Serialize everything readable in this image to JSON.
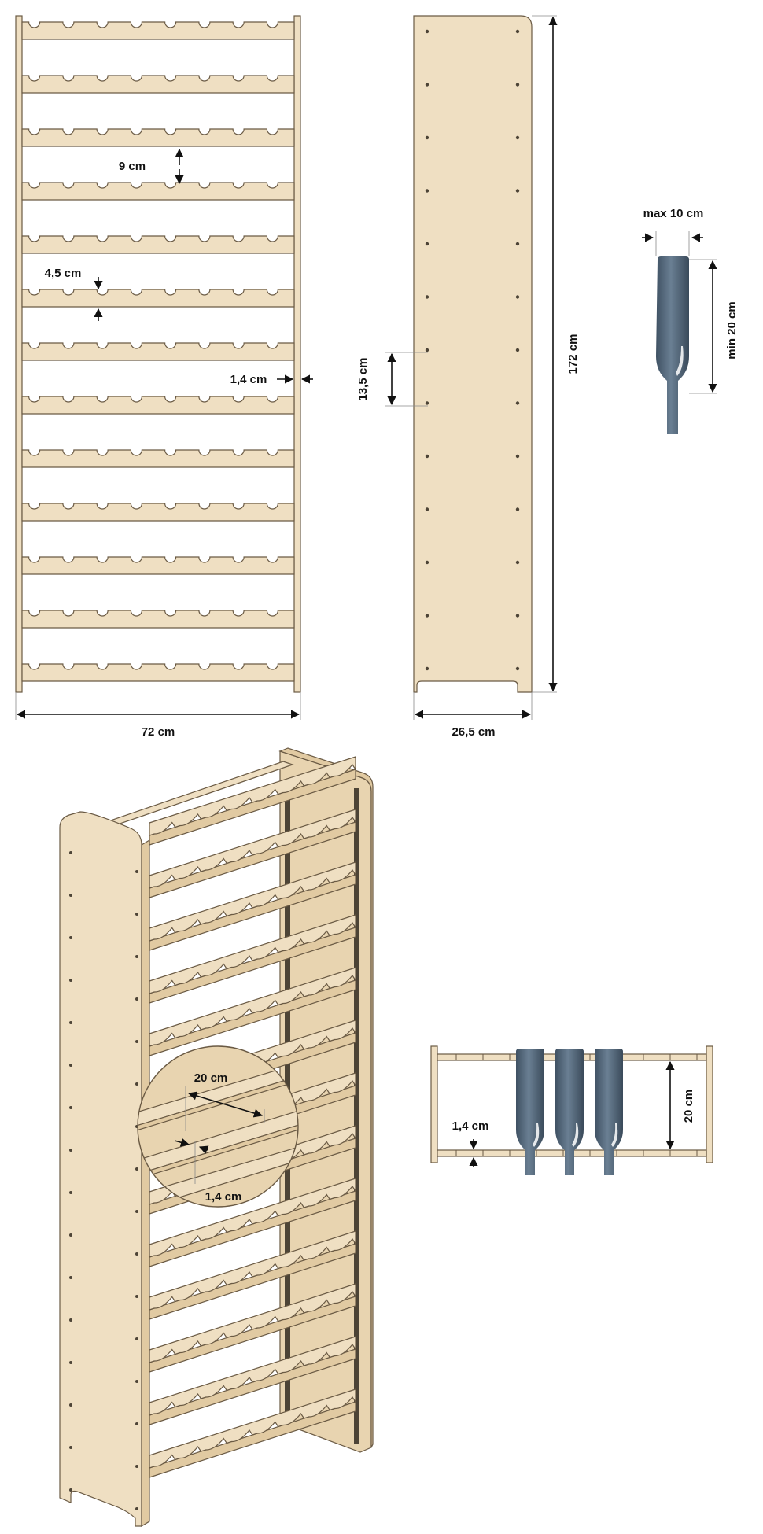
{
  "colors": {
    "wood": "#efdfc2",
    "wood_side": "#e1caa2",
    "wood_edge": "#6a5a44",
    "bottle": "#5b6e80",
    "text": "#111111"
  },
  "front_view": {
    "width": "72 cm",
    "row_spacing": "9 cm",
    "slot_depth": "4,5 cm",
    "side_thickness": "1,4 cm"
  },
  "side_view": {
    "height": "172 cm",
    "hole_spacing": "13,5 cm",
    "depth": "26,5 cm"
  },
  "bottle_spec": {
    "max_diameter": "max 10 cm",
    "min_length": "min 20 cm"
  },
  "detail_circle": {
    "spacing": "20 cm",
    "thickness": "1,4 cm"
  },
  "shelf_side": {
    "spacing": "20 cm",
    "thickness": "1,4 cm"
  }
}
